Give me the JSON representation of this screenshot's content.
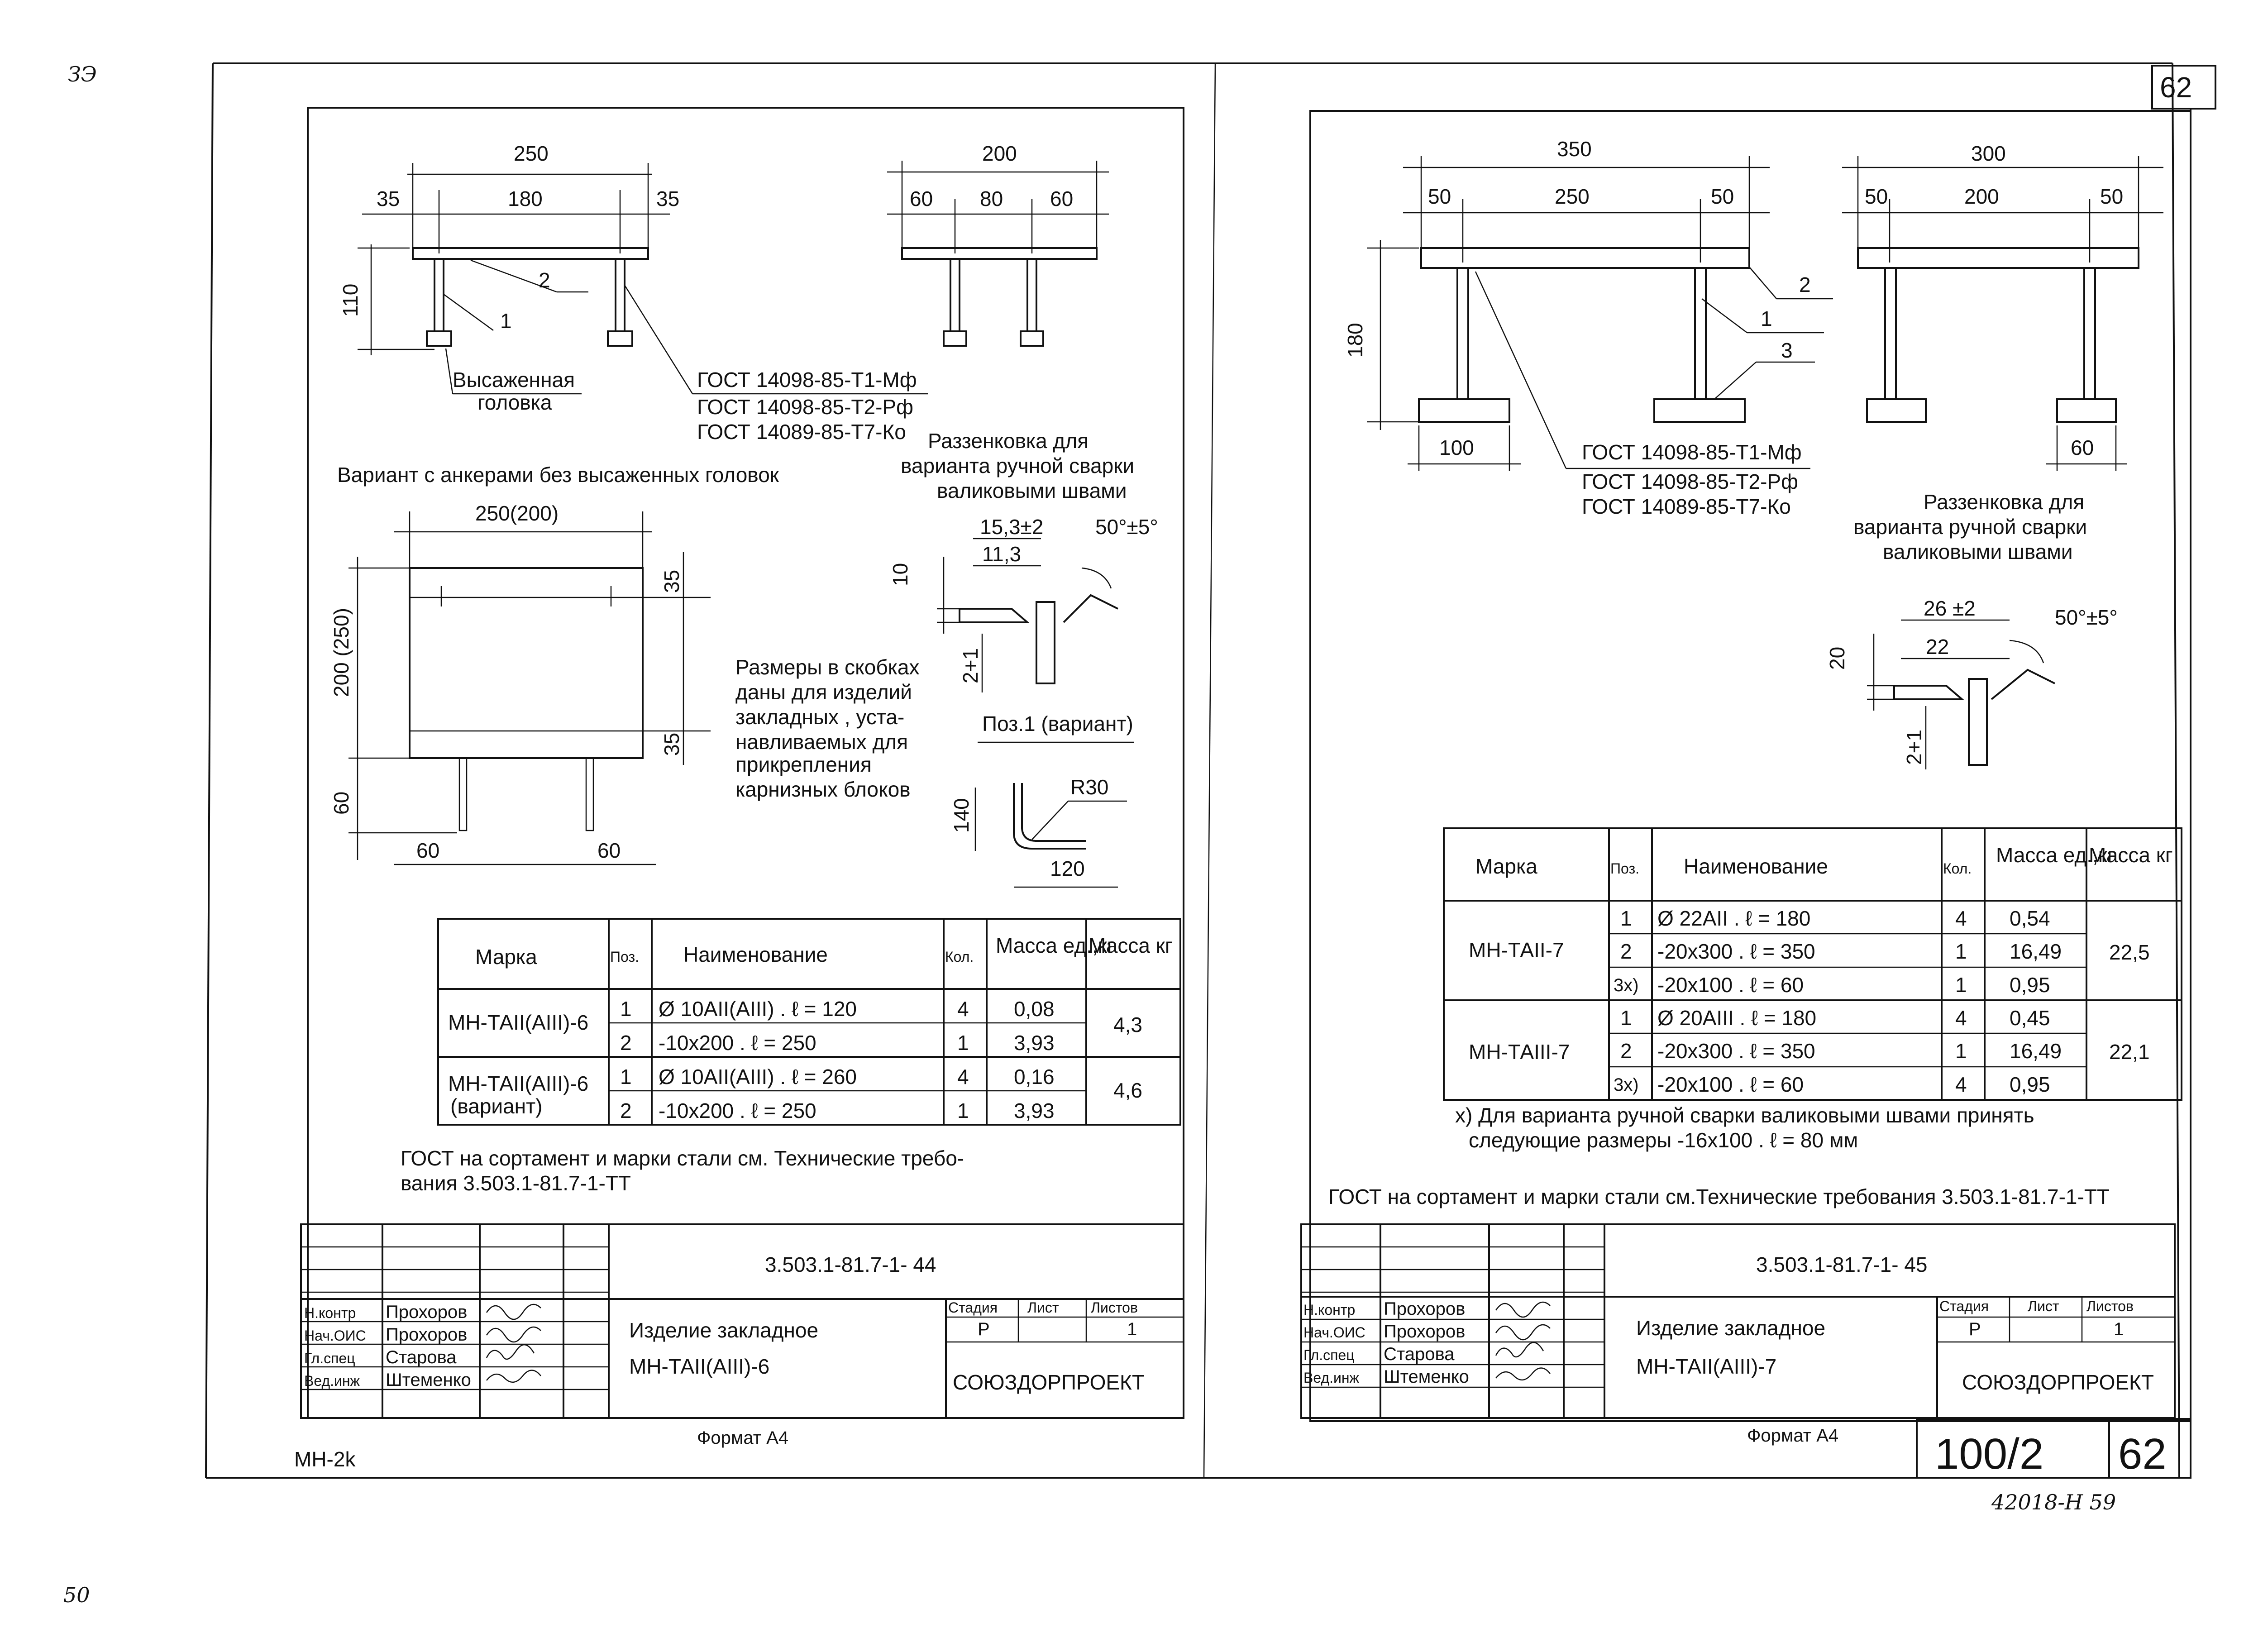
{
  "margin_notes": {
    "top_left": "ЗЭ",
    "bottom_left": "50",
    "bottom_right": "42018-Н  59",
    "corner_sheet": "62"
  },
  "left": {
    "top_dims": {
      "a_total": "250",
      "a_left": "35",
      "a_mid": "180",
      "a_right": "35",
      "a_height": "110",
      "b_total": "200",
      "b_left": "60",
      "b_mid": "80",
      "b_right": "60"
    },
    "callouts": {
      "pos1": "1",
      "pos2": "2",
      "head_line1": "Высаженная",
      "head_line2": "головка"
    },
    "gost": [
      "ГОСТ 14098-85-Т1-Мф",
      "ГОСТ 14098-85-Т2-Рф",
      "ГОСТ 14089-85-Т7-Ко"
    ],
    "variant_title": "Вариант с анкерами без высаженных головок",
    "variant_dims": {
      "width": "250(200)",
      "height": "200 (250)",
      "top_off": "35",
      "bottom_off": "35",
      "anchor": "60",
      "left": "60",
      "right": "60"
    },
    "bevel_title": [
      "Раззенковка для",
      "варианта ручной сварки",
      "валиковыми швами"
    ],
    "bevel_dims": {
      "outer": "15,3±2",
      "inner": "11,3",
      "depth": "10",
      "gap": "2+1",
      "angle": "50°±5°"
    },
    "note_brackets": [
      "Размеры в скобках",
      "даны для изделий",
      "закладных , уста-",
      "навливаемых для",
      "прикрепления",
      "карнизных блоков"
    ],
    "pos1_variant": {
      "title": "Поз.1 (вариант)",
      "radius": "R30",
      "height": "140",
      "length": "120"
    },
    "table": {
      "headers": [
        "Марка",
        "Поз.",
        "Наименование",
        "Кол.",
        "Масса ед.,кг",
        "Масса кг"
      ],
      "groups": [
        {
          "mark": "МН-ТАII(АIII)-6",
          "total": "4,3",
          "rows": [
            {
              "pos": "1",
              "name": "Ø 10АII(АIII) . ℓ = 120",
              "qty": "4",
              "mass": "0,08"
            },
            {
              "pos": "2",
              "name": "-10х200 .     ℓ = 250",
              "qty": "1",
              "mass": "3,93"
            }
          ]
        },
        {
          "mark": "МН-ТАII(АIII)-6",
          "mark2": "(вариант)",
          "total": "4,6",
          "rows": [
            {
              "pos": "1",
              "name": "Ø 10АII(АIII) . ℓ = 260",
              "qty": "4",
              "mass": "0,16"
            },
            {
              "pos": "2",
              "name": "-10х200 .     ℓ = 250",
              "qty": "1",
              "mass": "3,93"
            }
          ]
        }
      ]
    },
    "gost_note": [
      "ГОСТ на сортамент и марки стали см. Технические требо-",
      "вания  3.503.1-81.7-1-ТТ"
    ],
    "title_block": {
      "code": "3.503.1-81.7-1- 44",
      "roles": [
        "Н.контр",
        "Нач.ОИС",
        "Гл.спец",
        "Вед.инж"
      ],
      "names": [
        "Прохоров",
        "Прохоров",
        "Старова",
        "Штеменко"
      ],
      "title": "Изделие закладное",
      "subtitle": "МН-ТАII(АIII)-6",
      "stage_label": "Стадия",
      "sheet_label": "Лист",
      "sheets_label": "Листов",
      "stage": "Р",
      "sheets": "1",
      "org": "СОЮЗДОРПРОЕКТ"
    },
    "format": "Формат А4",
    "mark_bottom": "МН-2k"
  },
  "right": {
    "top_dims": {
      "a_total": "350",
      "a_left": "50",
      "a_mid": "250",
      "a_right": "50",
      "a_height": "180",
      "a_plate": "100",
      "b_total": "300",
      "b_left": "50",
      "b_mid": "200",
      "b_right": "50",
      "b_plate": "60"
    },
    "callouts": {
      "pos1": "1",
      "pos2": "2",
      "pos3": "3"
    },
    "gost": [
      "ГОСТ 14098-85-Т1-Мф",
      "ГОСТ 14098-85-Т2-Рф",
      "ГОСТ 14089-85-Т7-Ко"
    ],
    "bevel_title": [
      "Раззенковка для",
      "варианта ручной сварки",
      "валиковыми швами"
    ],
    "bevel_dims": {
      "outer": "26 ±2",
      "inner": "22",
      "depth": "20",
      "gap": "2+1",
      "angle": "50°±5°"
    },
    "table": {
      "headers": [
        "Марка",
        "Поз.",
        "Наименование",
        "Кол.",
        "Масса ед.,кг",
        "Масса кг"
      ],
      "groups": [
        {
          "mark": "МН-ТАII-7",
          "total": "22,5",
          "rows": [
            {
              "pos": "1",
              "name": "Ø 22АII . ℓ = 180",
              "qty": "4",
              "mass": "0,54"
            },
            {
              "pos": "2",
              "name": "-20х300 . ℓ = 350",
              "qty": "1",
              "mass": "16,49"
            },
            {
              "pos": "3х)",
              "name": "-20х100 . ℓ = 60",
              "qty": "1",
              "mass": "0,95"
            }
          ]
        },
        {
          "mark": "МН-ТАIII-7",
          "total": "22,1",
          "rows": [
            {
              "pos": "1",
              "name": "Ø 20АIII . ℓ = 180",
              "qty": "4",
              "mass": "0,45"
            },
            {
              "pos": "2",
              "name": "-20х300 . ℓ = 350",
              "qty": "1",
              "mass": "16,49"
            },
            {
              "pos": "3х)",
              "name": "-20х100 . ℓ = 60",
              "qty": "4",
              "mass": "0,95"
            }
          ]
        }
      ]
    },
    "footnote": [
      "х) Для варианта ручной сварки валиковыми швами принять",
      "следующие размеры -16х100 . ℓ = 80 мм"
    ],
    "gost_note": "ГОСТ на сортамент и марки стали см.Технические требования 3.503.1-81.7-1-ТТ",
    "title_block": {
      "code": "3.503.1-81.7-1- 45",
      "roles": [
        "Н.контр",
        "Нач.ОИС",
        "Гл.спец",
        "Вед.инж"
      ],
      "names": [
        "Прохоров",
        "Прохоров",
        "Старова",
        "Штеменко"
      ],
      "title": "Изделие закладное",
      "subtitle": "МН-ТАII(АIII)-7",
      "stage_label": "Стадия",
      "sheet_label": "Лист",
      "sheets_label": "Листов",
      "stage": "Р",
      "sheets": "1",
      "org": "СОЮЗДОРПРОЕКТ"
    },
    "format": "Формат А4",
    "album": "100/2",
    "album_sheet": "62"
  }
}
